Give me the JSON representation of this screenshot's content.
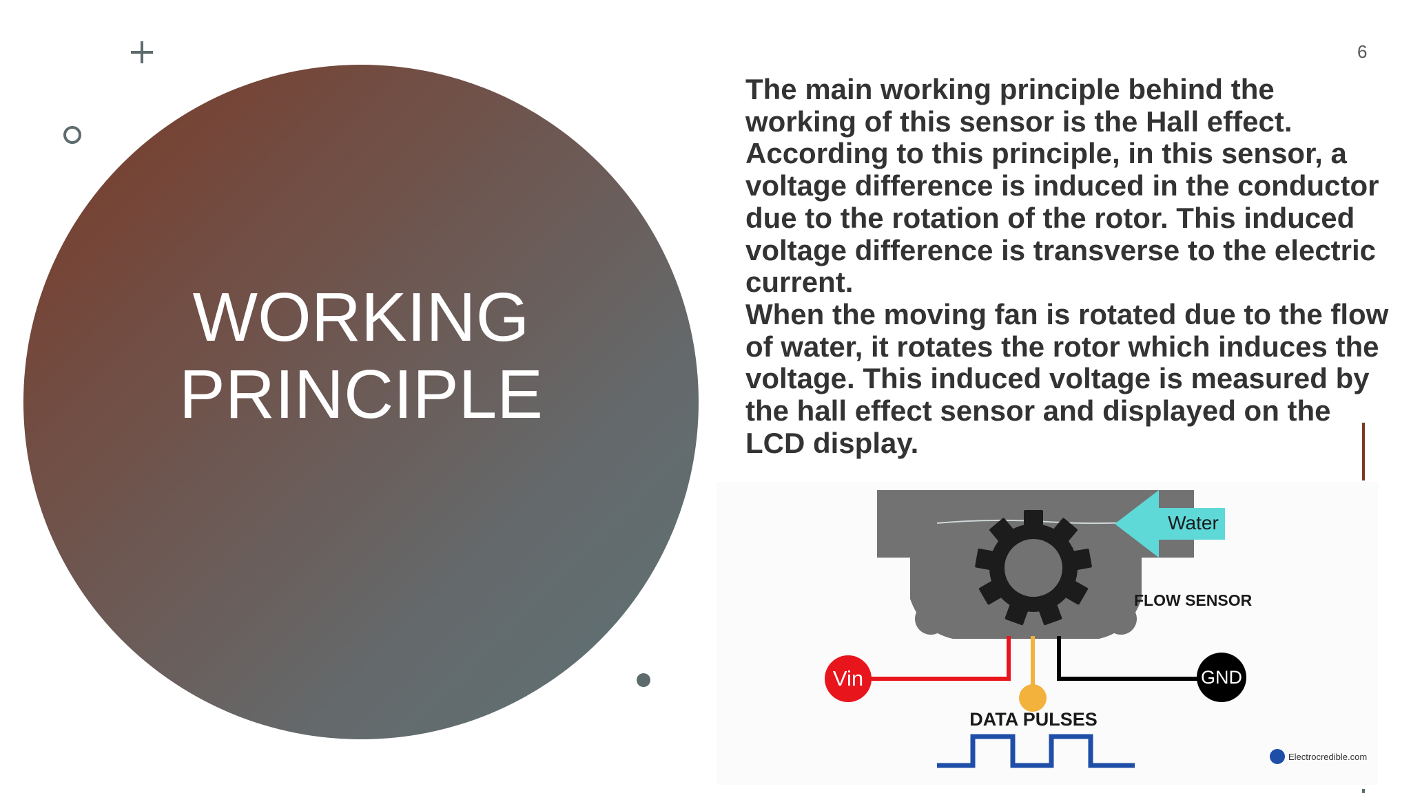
{
  "slide": {
    "page_number": "6",
    "title_line1": "WORKING",
    "title_line2": "PRINCIPLE",
    "paragraphs": [
      "The main working principle behind the working of this sensor is the Hall effect. According to this principle, in this sensor, a voltage difference is induced in the conductor due to the rotation of the rotor. This induced voltage difference is transverse to the electric current.",
      "When the moving fan is rotated due to the flow of water, it rotates the rotor which induces the voltage. This induced voltage is measured by the hall effect sensor and displayed on the LCD display."
    ]
  },
  "diagram": {
    "water_label": "Water",
    "flow_sensor_label": "FLOW SENSOR",
    "vin_label": "Vin",
    "gnd_label": "GND",
    "data_pulses_label": "DATA PULSES",
    "watermark": "Electrocredible.com",
    "colors": {
      "housing": "#727272",
      "arrow": "#5fd8d8",
      "vin": "#e8151c",
      "gnd": "#000000",
      "data_wire": "#f2b23c",
      "pulses": "#1f4ea8"
    }
  },
  "decor": {
    "accent": "#7a3a26",
    "neutral": "#5e6b6d"
  }
}
